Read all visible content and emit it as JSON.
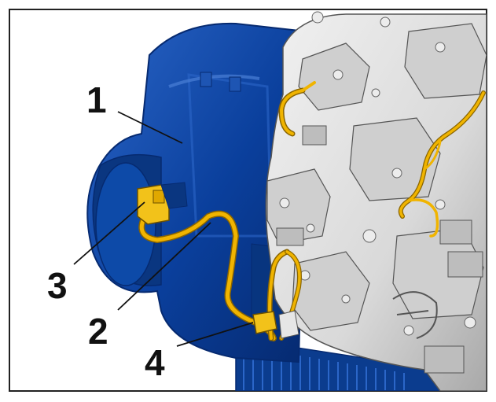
{
  "callouts": [
    {
      "id": "1",
      "label": "1"
    },
    {
      "id": "2",
      "label": "2"
    },
    {
      "id": "3",
      "label": "3"
    },
    {
      "id": "4",
      "label": "4"
    }
  ],
  "colors": {
    "housing": "#0a3f9c",
    "housing_shadow": "#062a70",
    "housing_highlight": "#2b66c8",
    "module": "#d9d9d9",
    "module_shadow": "#9c9c9c",
    "harness": "#f0b400",
    "connector": "#f2c21a",
    "outline": "#222222"
  }
}
